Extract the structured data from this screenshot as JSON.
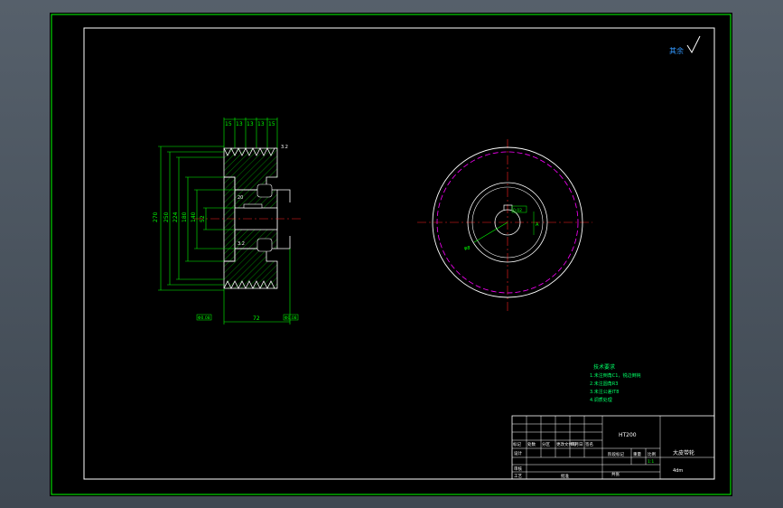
{
  "colors": {
    "border": "#00ff00",
    "geometry": "#ffffff",
    "dimension": "#00ff00",
    "centerline": "#ff2020",
    "pitch": "#ff00ff",
    "annotation": "#00ff66",
    "hatch": "#00cc00",
    "roughness": "#3399ff",
    "background": "#000000",
    "viewport": "#4b5561"
  },
  "drawing": {
    "roughness_symbol": {
      "label": "其余",
      "icon": "checkmark-roughness-icon"
    },
    "section_view": {
      "top_dims": [
        "15",
        "13",
        "13",
        "13",
        "15"
      ],
      "left_dims": [
        "270",
        "250",
        "224",
        "180",
        "140",
        "52"
      ],
      "bottom_left": "Φ0.08",
      "bottom_right": "Φ0.08",
      "bottom_width": "72",
      "right_roughness": "3.2",
      "hub_labels": [
        "20",
        "3.2"
      ]
    },
    "front_view": {
      "keyway_label": "0.02",
      "datum_label": "A",
      "radius_label": "φ8"
    },
    "tech_notes": {
      "title": "技术要求",
      "lines": [
        "1.未注倒角C1，锐边倒钝",
        "2.未注圆角R3",
        "3.未注公差IT8",
        "4.调质处理"
      ]
    }
  },
  "title_block": {
    "material": "HT200",
    "part_name": "大皮带轮",
    "scale_label": "比例",
    "scale_value": "1:1",
    "sheet_label": "共张",
    "weight_label": "重量",
    "drawing_no": "标记",
    "designer_label": "设计",
    "checker_label": "审核",
    "process_label": "工艺",
    "approve_label": "批准",
    "revision_headers": [
      "标记",
      "处数",
      "分区",
      "更改文件号",
      "签名",
      "年月日"
    ],
    "org_label": "阶段标记",
    "code": "4dm"
  }
}
